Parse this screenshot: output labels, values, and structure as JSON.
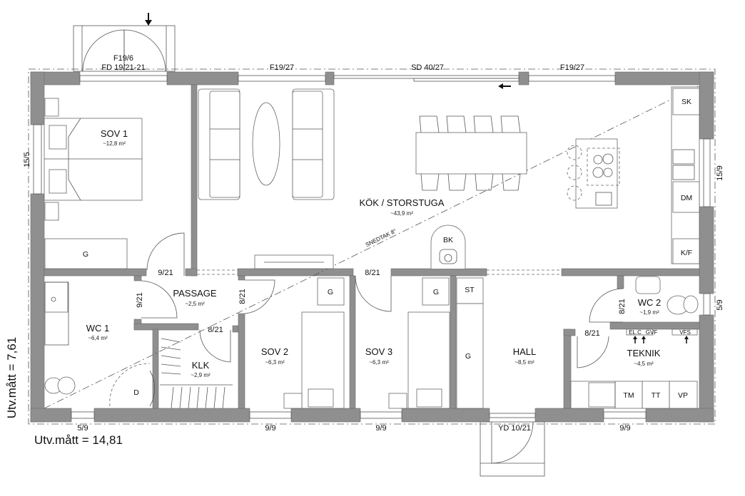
{
  "plan": {
    "rooms": {
      "sov1": {
        "name": "SOV 1",
        "area": "~12,8 m²"
      },
      "kok": {
        "name": "KÖK / STORSTUGA",
        "area": "~43,9 m²"
      },
      "passage": {
        "name": "PASSAGE",
        "area": "~2,5 m²"
      },
      "wc1": {
        "name": "WC 1",
        "area": "~6,4 m²"
      },
      "klk": {
        "name": "KLK",
        "area": "~2,9 m²"
      },
      "sov2": {
        "name": "SOV 2",
        "area": "~6,3 m²"
      },
      "sov3": {
        "name": "SOV 3",
        "area": "~6,3 m²"
      },
      "hall": {
        "name": "HALL",
        "area": "~8,5 m²"
      },
      "wc2": {
        "name": "WC 2",
        "area": "~1,9 m²"
      },
      "teknik": {
        "name": "TEKNIK",
        "area": "~4,5 m²"
      }
    },
    "openings": {
      "f19_6": "F19/6",
      "fd": "FD 19/21-21",
      "f19_27_a": "F19/27",
      "sd": "SD 40/27",
      "f19_27_b": "F19/27",
      "w15_5": "15/5",
      "w15_9": "15/9",
      "w5_9_right": "5/9",
      "w5_9_bottom": "5/9",
      "w9_9_a": "9/9",
      "w9_9_b": "9/9",
      "w9_9_c": "9/9",
      "yd": "YD 10/21",
      "d_sov1": "9/21",
      "d_wc1": "9/21",
      "d_sov2": "8/21",
      "d_klk": "8/21",
      "d_sov3": "8/21",
      "d_wc2": "8/21",
      "d_teknik": "8/21"
    },
    "fixtures": {
      "g_sov1": "G",
      "g_sov2": "G",
      "g_sov3": "G",
      "g_hall": "G",
      "st": "ST",
      "d": "D",
      "sk": "SK",
      "dm": "DM",
      "kf": "K/F",
      "bk": "BK",
      "tm": "TM",
      "tt": "TT",
      "vp": "VP",
      "elc": "EL.C",
      "gvf": "GVF",
      "vfs": "VFS"
    },
    "snedtak": "SNEDTAK 8°",
    "dimensions": {
      "height": "Utv.mått = 7,61",
      "width": "Utv.mått = 14,81"
    }
  }
}
